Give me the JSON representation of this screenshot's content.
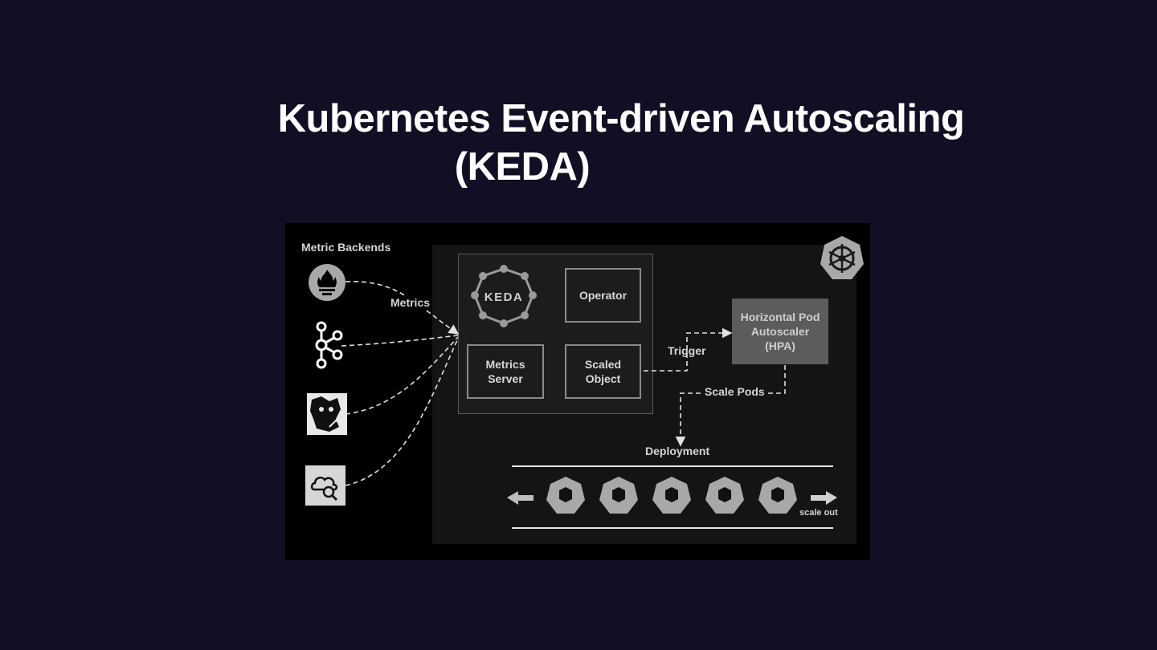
{
  "title": {
    "line1": "Kubernetes Event-driven Autoscaling",
    "line2": "(KEDA)"
  },
  "diagram": {
    "metric_backends_label": "Metric Backends",
    "metrics_label": "Metrics",
    "keda_logo_text": "KEDA",
    "operator_label": "Operator",
    "metrics_server_label": "Metrics Server",
    "scaled_object_label": "Scaled Object",
    "trigger_label": "Trigger",
    "hpa_label": "Horizontal Pod Autoscaler (HPA)",
    "scale_pods_label": "Scale Pods",
    "deployment_label": "Deployment",
    "scale_out_label": "scale out",
    "backends": [
      "prometheus-icon",
      "kafka-icon",
      "datadog-icon",
      "cloud-monitoring-icon"
    ],
    "pod_icons": [
      "pod-icon",
      "pod-icon",
      "pod-icon",
      "pod-icon",
      "pod-icon"
    ],
    "colors": {
      "background": "#110f24",
      "diagram_bg": "#000000",
      "panel_bg": "#141414",
      "hpa_bg": "#5c5c5c",
      "icon_gray": "#a8a8a8"
    }
  }
}
